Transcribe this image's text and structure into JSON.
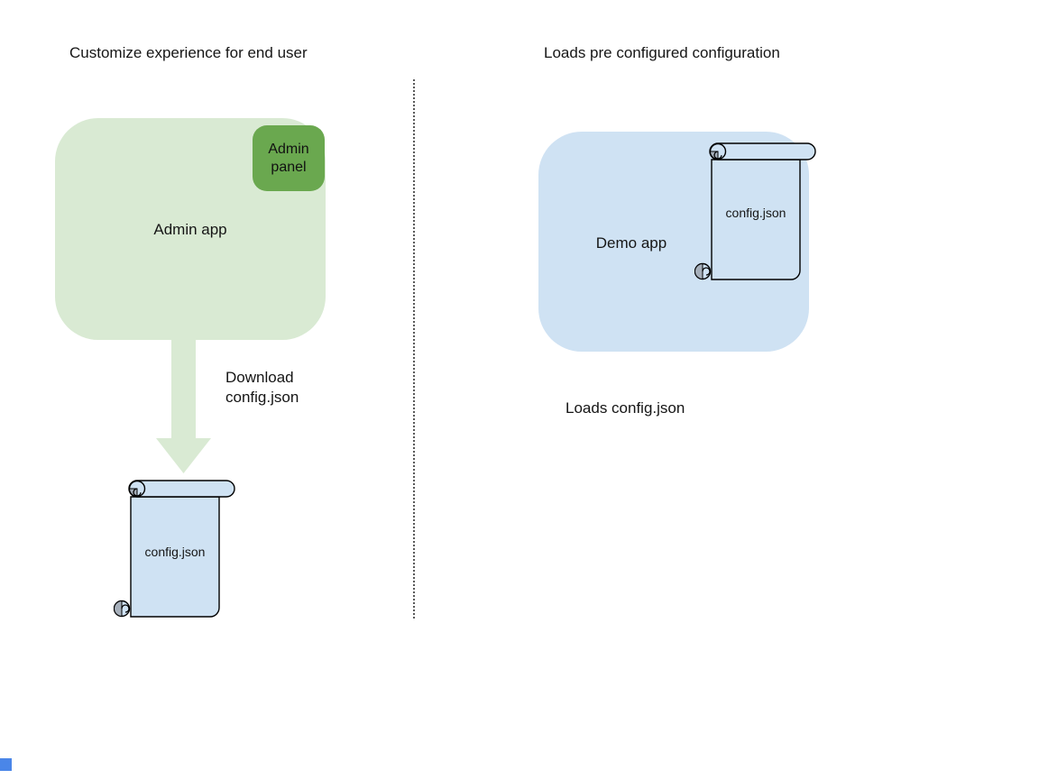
{
  "left_panel": {
    "title": "Customize experience for end user",
    "admin_app_label": "Admin app",
    "admin_panel_label": "Admin panel",
    "arrow_caption": "Download config.json",
    "scroll_label": "config.json",
    "colors": {
      "app_fill": "#d9ead3",
      "panel_fill": "#6aa84f",
      "arrow_fill": "#d9ead3"
    }
  },
  "right_panel": {
    "title": "Loads pre configured configuration",
    "demo_app_label": "Demo app",
    "scroll_label": "config.json",
    "caption": "Loads config.json",
    "colors": {
      "app_fill": "#cfe2f3"
    }
  },
  "shared": {
    "scroll_fill": "#cfe2f3",
    "scroll_stroke": "#000000",
    "scroll_curl_fill": "#a6afba",
    "divider_color": "#5b5b5b",
    "text_color": "#151515",
    "corner_marker_color": "#4a86e8",
    "background": "#ffffff"
  }
}
